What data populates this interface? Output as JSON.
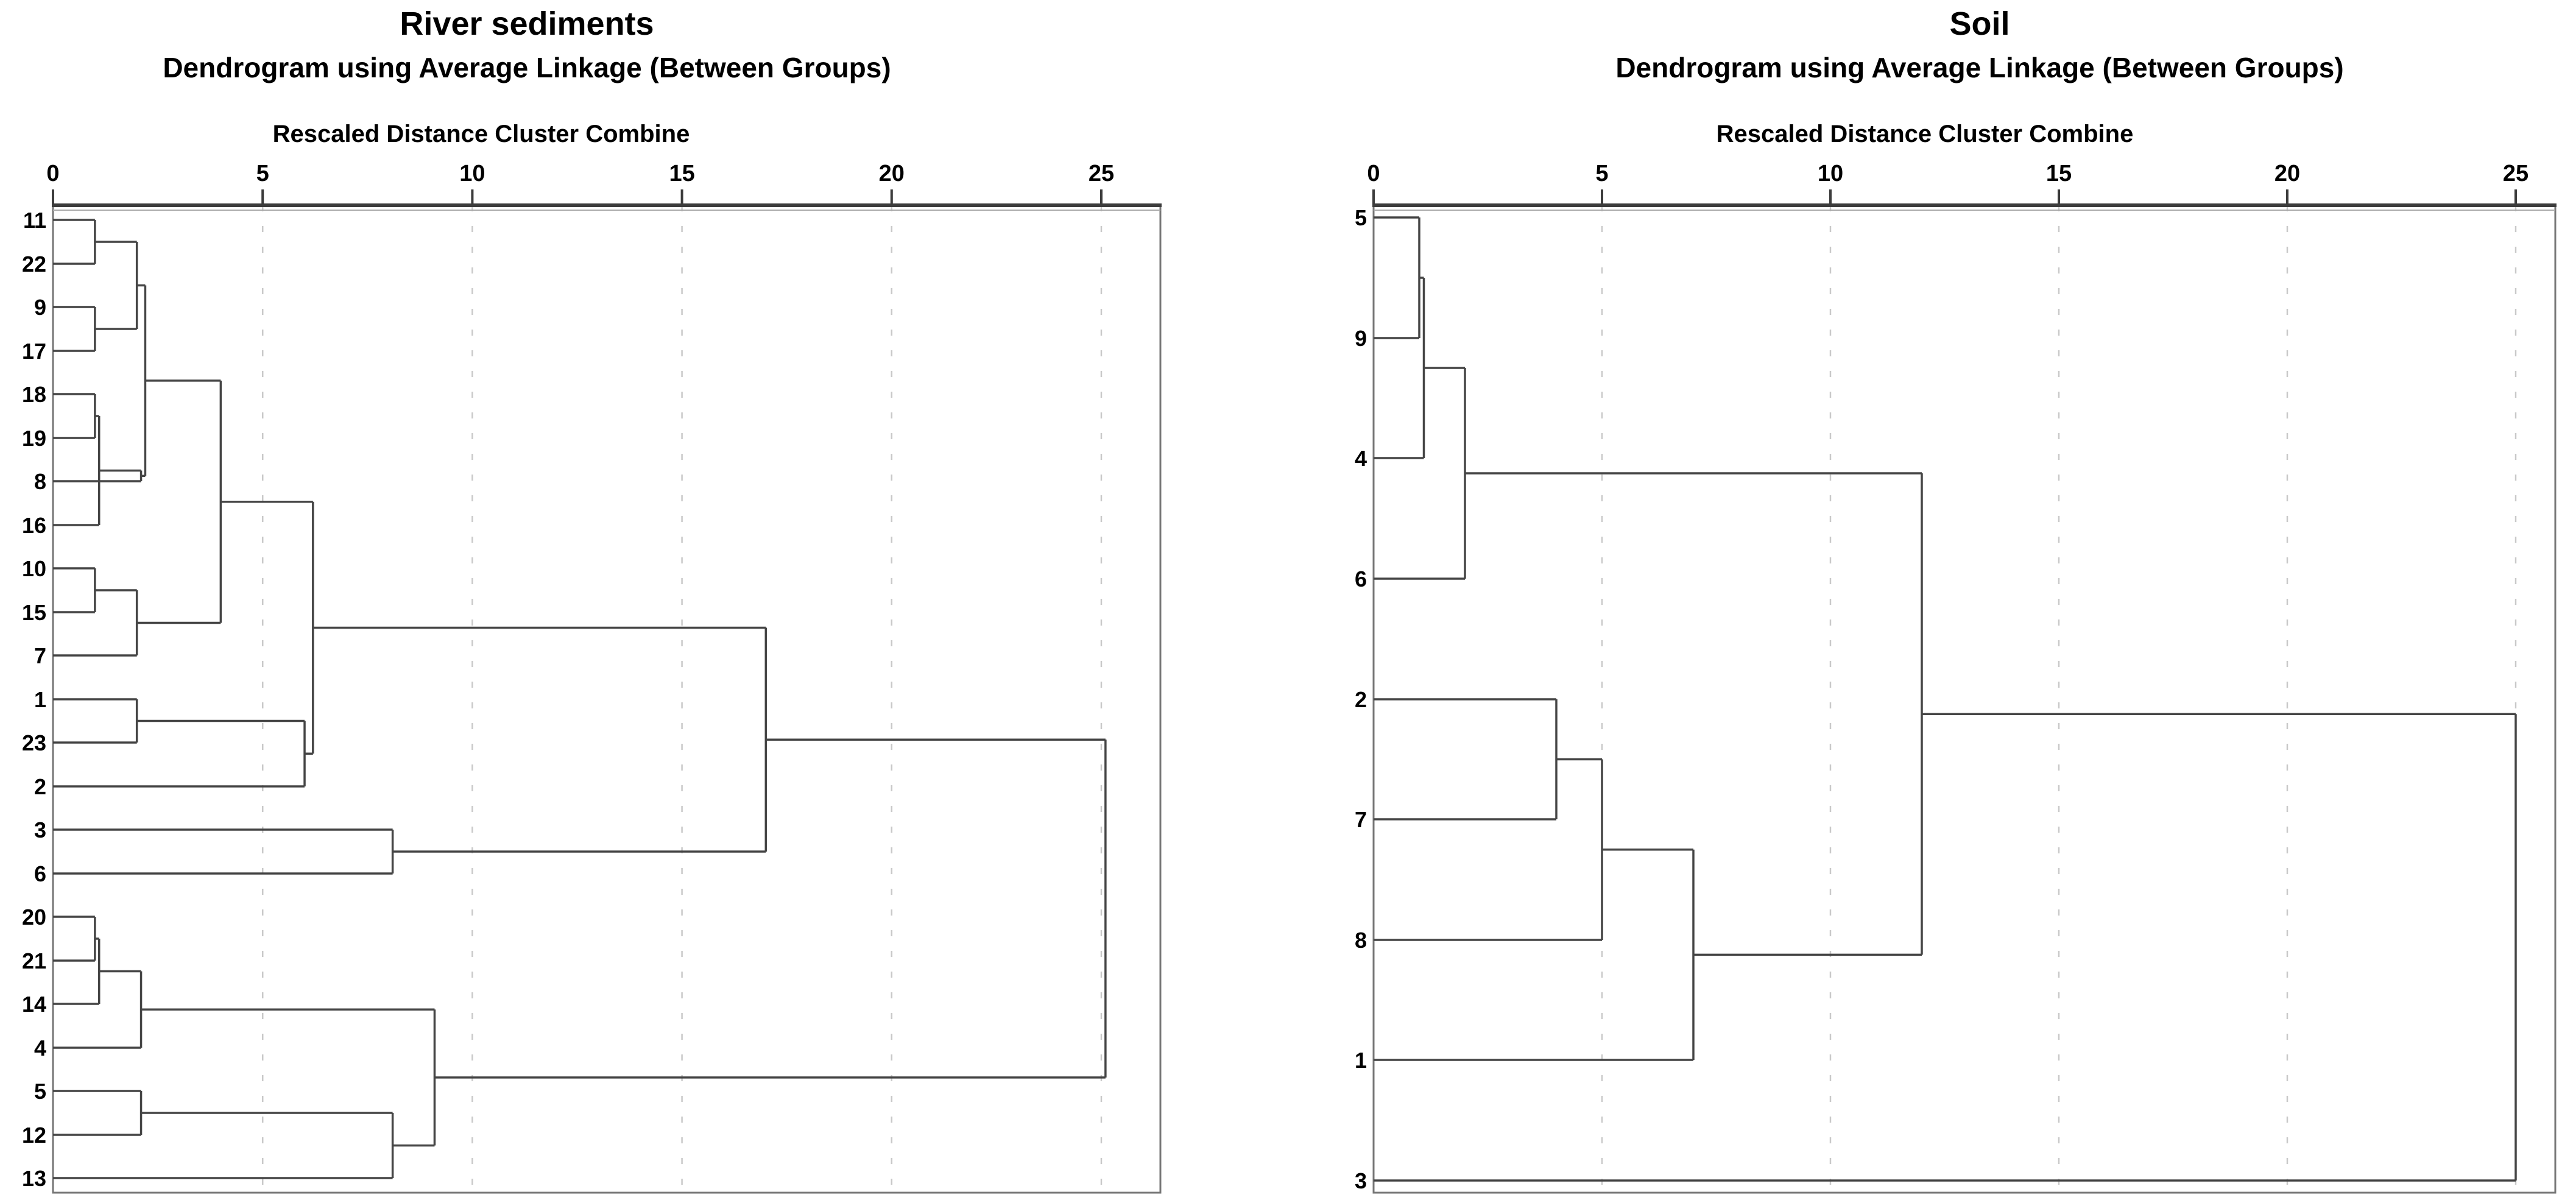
{
  "style": {
    "background": "#ffffff",
    "line_color": "#454545",
    "grid_color": "#c9c9c9",
    "border_color": "#767676",
    "axis_color": "#3c3c3c",
    "text_color": "#000000"
  },
  "chart_data": [
    {
      "type": "dendrogram",
      "orientation": "horizontal-left-to-right",
      "title": "River sediments",
      "subtitle": "Dendrogram using Average Linkage (Between Groups)",
      "xlabel": "Rescaled Distance Cluster Combine",
      "xticks": [
        0,
        5,
        10,
        15,
        20,
        25
      ],
      "xlim": [
        0,
        26.4
      ],
      "grid": "dashed-vertical-at-ticks",
      "leaves": [
        "11",
        "22",
        "9",
        "17",
        "18",
        "19",
        "8",
        "16",
        "10",
        "15",
        "7",
        "1",
        "23",
        "2",
        "3",
        "6",
        "20",
        "21",
        "14",
        "4",
        "5",
        "12",
        "13"
      ],
      "merges": [
        [
          "11",
          "22",
          1.0
        ],
        [
          "9",
          "17",
          1.0
        ],
        [
          "18",
          "19",
          1.0
        ],
        [
          "#2",
          "16",
          1.1
        ],
        [
          "10",
          "15",
          1.0
        ],
        [
          "20",
          "21",
          1.0
        ],
        [
          "#5",
          "14",
          1.1
        ],
        [
          "#0",
          "#1",
          2.0
        ],
        [
          "#3",
          "8",
          2.1
        ],
        [
          "#7",
          "#8",
          2.2
        ],
        [
          "#4",
          "7",
          2.0
        ],
        [
          "1",
          "23",
          2.0
        ],
        [
          "#6",
          "4",
          2.1
        ],
        [
          "5",
          "12",
          2.1
        ],
        [
          "#9",
          "#10",
          4.0
        ],
        [
          "#11",
          "2",
          6.0
        ],
        [
          "#14",
          "#15",
          6.2
        ],
        [
          "3",
          "6",
          8.1
        ],
        [
          "#13",
          "13",
          8.1
        ],
        [
          "#12",
          "#18",
          9.1
        ],
        [
          "#16",
          "#17",
          17.0
        ],
        [
          "#20",
          "#19",
          25.1
        ]
      ]
    },
    {
      "type": "dendrogram",
      "orientation": "horizontal-left-to-right",
      "title": "Soil",
      "subtitle": "Dendrogram using Average Linkage (Between Groups)",
      "xlabel": "Rescaled Distance Cluster Combine",
      "xticks": [
        0,
        5,
        10,
        15,
        20,
        25
      ],
      "xlim": [
        0,
        25.9
      ],
      "grid": "dashed-vertical-at-ticks",
      "leaves": [
        "5",
        "9",
        "4",
        "6",
        "2",
        "7",
        "8",
        "1",
        "3"
      ],
      "merges": [
        [
          "5",
          "9",
          1.0
        ],
        [
          "#0",
          "4",
          1.1
        ],
        [
          "#1",
          "6",
          2.0
        ],
        [
          "2",
          "7",
          4.0
        ],
        [
          "#3",
          "8",
          5.0
        ],
        [
          "#4",
          "1",
          7.0
        ],
        [
          "#2",
          "#5",
          12.0
        ],
        [
          "#6",
          "3",
          25.0
        ]
      ]
    }
  ]
}
